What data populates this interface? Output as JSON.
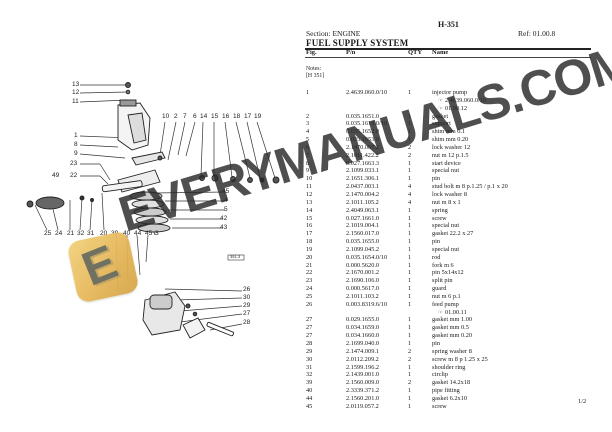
{
  "document": {
    "code": "H-351",
    "section": "Section: ENGINE",
    "ref": "Ref: 01.00.8",
    "title": "FUEL SUPPLY SYSTEM",
    "page_indicator": "1/2"
  },
  "table": {
    "headers": {
      "fig": "Fig.",
      "pn": "P/n",
      "qty": "QTY",
      "name": "Name"
    },
    "notes_label": "Notes:",
    "notes_ref": "[H 351]",
    "rows": [
      {
        "fig": "1",
        "pn": "2.4639.060.0/10",
        "qty": "1",
        "name": "injector pump"
      },
      {
        "fig": "",
        "pn": "",
        "qty": "",
        "name": "2.4639.060.0/10",
        "sub": true
      },
      {
        "fig": "",
        "pn": "",
        "qty": "",
        "name": "01.00.12",
        "sub": true
      },
      {
        "fig": "2",
        "pn": "0.035.1651.0",
        "qty": "1",
        "name": "gasket"
      },
      {
        "fig": "3",
        "pn": "0.035.1610.0/10",
        "qty": "1",
        "name": "support"
      },
      {
        "fig": "4",
        "pn": "0.035.1652.0",
        "qty": "1",
        "name": "shim mm 0.1"
      },
      {
        "fig": "5",
        "pn": "0.035.1653.0",
        "qty": "1",
        "name": "shim mm 0.20"
      },
      {
        "fig": "6",
        "pn": "2.1470.007.2",
        "qty": "2",
        "name": "lock washer 12"
      },
      {
        "fig": "7",
        "pn": "2.1011.422.2",
        "qty": "2",
        "name": "nut m 12 p.1.5"
      },
      {
        "fig": "8",
        "pn": "0.027.1663.3",
        "qty": "1",
        "name": "start device"
      },
      {
        "fig": "9",
        "pn": "2.1099.033.1",
        "qty": "1",
        "name": "special nut"
      },
      {
        "fig": "10",
        "pn": "2.1651.306.1",
        "qty": "1",
        "name": "pin"
      },
      {
        "fig": "11",
        "pn": "2.0437.003.1",
        "qty": "4",
        "name": "stud bolt m 8 p.1.25 / p.1 x 20"
      },
      {
        "fig": "12",
        "pn": "2.1470.004.2",
        "qty": "4",
        "name": "lock washer 8"
      },
      {
        "fig": "13",
        "pn": "2.1011.105.2",
        "qty": "4",
        "name": "nut m 8 x 1"
      },
      {
        "fig": "14",
        "pn": "2.4049.063.1",
        "qty": "1",
        "name": "spring"
      },
      {
        "fig": "15",
        "pn": "0.027.1661.0",
        "qty": "1",
        "name": "screw"
      },
      {
        "fig": "16",
        "pn": "2.1019.004.1",
        "qty": "1",
        "name": "special nut"
      },
      {
        "fig": "17",
        "pn": "2.1560.017.0",
        "qty": "1",
        "name": "gasket 22.2 x 27"
      },
      {
        "fig": "18",
        "pn": "0.035.1655.0",
        "qty": "1",
        "name": "pin"
      },
      {
        "fig": "19",
        "pn": "2.1099.045.2",
        "qty": "1",
        "name": "special nut"
      },
      {
        "fig": "20",
        "pn": "0.035.1654.0/10",
        "qty": "1",
        "name": "rod"
      },
      {
        "fig": "21",
        "pn": "0.000.5620.0",
        "qty": "1",
        "name": "fork m 6"
      },
      {
        "fig": "22",
        "pn": "2.1670.001.2",
        "qty": "1",
        "name": "pin 5x14x12"
      },
      {
        "fig": "23",
        "pn": "2.1690.106.0",
        "qty": "1",
        "name": "split pin"
      },
      {
        "fig": "24",
        "pn": "0.000.5617.0",
        "qty": "1",
        "name": "guard"
      },
      {
        "fig": "25",
        "pn": "2.1011.103.2",
        "qty": "1",
        "name": "nut m 6 p.1"
      },
      {
        "fig": "26",
        "pn": "0.003.8319.6/10",
        "qty": "1",
        "name": "feed pump"
      },
      {
        "fig": "",
        "pn": "",
        "qty": "",
        "name": "01.00.11",
        "sub": true
      },
      {
        "fig": "27",
        "pn": "0.029.1655.0",
        "qty": "1",
        "name": "gasket mm 1.00"
      },
      {
        "fig": "27",
        "pn": "0.034.1659.0",
        "qty": "1",
        "name": "gasket mm 0.5"
      },
      {
        "fig": "27",
        "pn": "0.034.1660.0",
        "qty": "1",
        "name": "gasket mm 0.20"
      },
      {
        "fig": "28",
        "pn": "2.1699.040.0",
        "qty": "1",
        "name": "pin"
      },
      {
        "fig": "29",
        "pn": "2.1474.009.1",
        "qty": "2",
        "name": "spring washer 8"
      },
      {
        "fig": "30",
        "pn": "2.0112.209.2",
        "qty": "2",
        "name": "screw m 8 p 1.25 x 25"
      },
      {
        "fig": "31",
        "pn": "2.1599.196.2",
        "qty": "1",
        "name": "shoulder ring"
      },
      {
        "fig": "32",
        "pn": "2.1439.001.0",
        "qty": "1",
        "name": "circlip"
      },
      {
        "fig": "39",
        "pn": "2.1560.009.0",
        "qty": "2",
        "name": "gasket 14.2x18"
      },
      {
        "fig": "40",
        "pn": "2.3339.371.2",
        "qty": "1",
        "name": "pipe fitting"
      },
      {
        "fig": "44",
        "pn": "2.1560.201.0",
        "qty": "1",
        "name": "gasket 6.2x10"
      },
      {
        "fig": "45",
        "pn": "2.0119.057.2",
        "qty": "1",
        "name": "screw"
      }
    ]
  },
  "diagram": {
    "callouts": {
      "c13": "13",
      "c12": "12",
      "c11": "11",
      "c1": "1",
      "c8": "8",
      "c9": "9",
      "c23": "23",
      "c22": "22",
      "c49": "49",
      "c10": "10",
      "c2": "2",
      "c7": "7",
      "c6": "6",
      "c14": "14",
      "c15": "15",
      "c16": "16",
      "c18": "18",
      "c17": "17",
      "c19": "19",
      "c45r": "45",
      "c4": "4",
      "c5": "5",
      "c42": "42",
      "c43": "43",
      "c25": "25",
      "c24": "24",
      "c21": "21",
      "c32": "32",
      "c31": "31",
      "c20": "20",
      "c39": "39",
      "c40": "40",
      "c44": "44",
      "c45": "45",
      "c3": "3",
      "c26": "26",
      "c30": "30",
      "c29": "29",
      "c27": "27",
      "c28": "28"
    },
    "figure_tag": "351-3"
  },
  "icons": {
    "reference_pointer": "☞"
  },
  "watermark": {
    "text": "EVERYMANUALS.COM",
    "logo_letter": "E",
    "logo_color": "#e5b75a"
  }
}
